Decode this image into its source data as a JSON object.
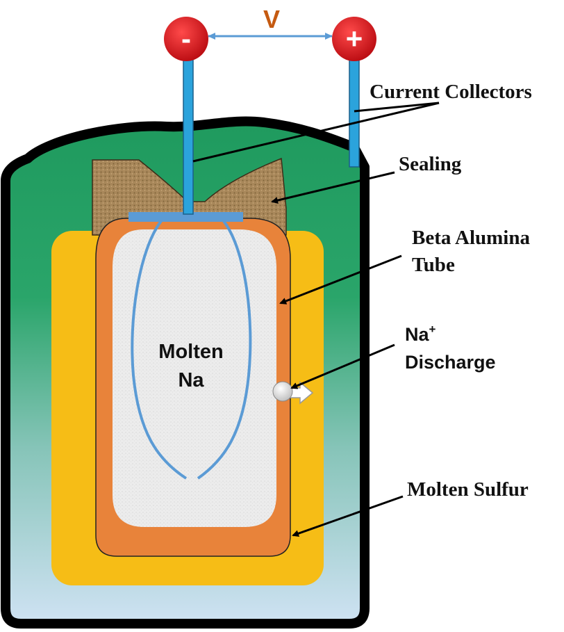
{
  "voltage_label": "V",
  "terminals": {
    "negative": "-",
    "positive": "+"
  },
  "labels": {
    "current_collectors": "Current Collectors",
    "sealing": "Sealing",
    "beta_alumina_line1": "Beta Alumina",
    "beta_alumina_line2": "Tube",
    "na_ion": "Na",
    "na_ion_charge": "+",
    "discharge": "Discharge",
    "molten_na_line1": "Molten",
    "molten_na_line2": "Na",
    "molten_sulfur": "Molten Sulfur"
  },
  "colors": {
    "casing_top": "#1f9a5e",
    "casing_bottom": "#cfe2f3",
    "sulfur": "#f6bd16",
    "beta_alumina": "#e8833a",
    "sodium": "#e9e9e9",
    "collector": "#2ba3dc",
    "terminal": "#d7151c",
    "voltage": "#c55a11",
    "sealing": "#a07f4f"
  }
}
